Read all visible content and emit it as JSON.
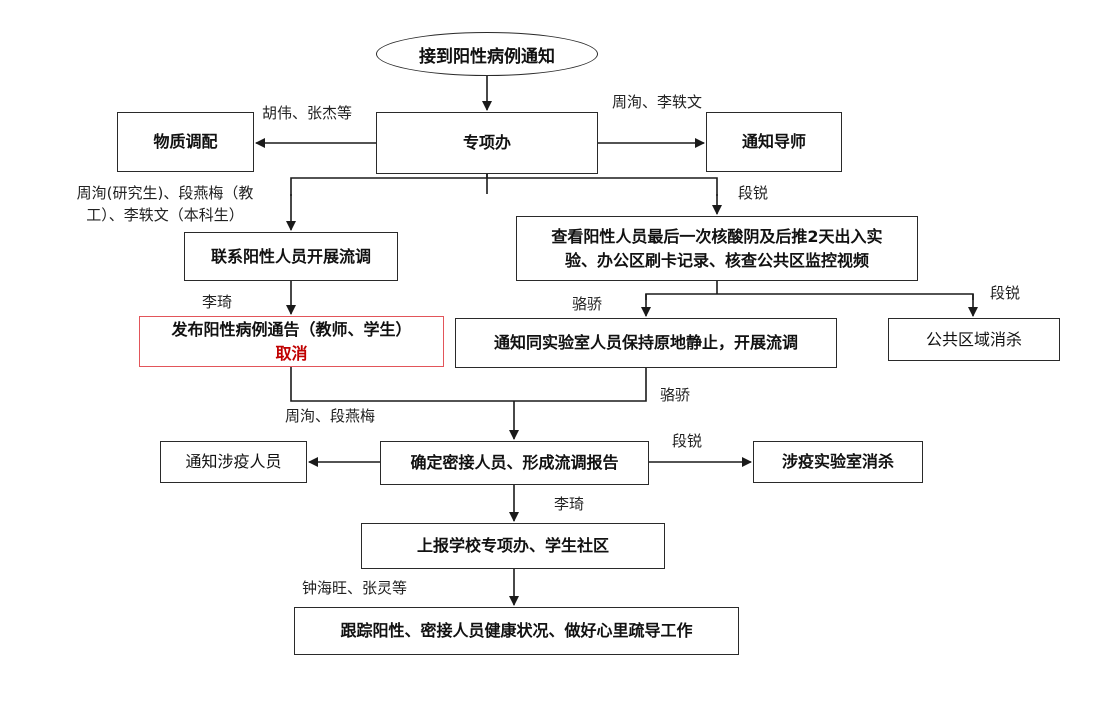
{
  "colors": {
    "stroke": "#1a1a1a",
    "text": "#111111",
    "cancel": "#c00000",
    "highlight_border": "#e2555a"
  },
  "nodes": {
    "start": "接到阳性病例通知",
    "office": "专项办",
    "materials": "物质调配",
    "notify_mentor": "通知导师",
    "contact_positive": "联系阳性人员开展流调",
    "check_records_line1": "查看阳性人员最后一次核酸阴及后推2天出入实",
    "check_records_line2": "验、办公区刷卡记录、核查公共区监控视频",
    "publish_notice": "发布阳性病例通告（教师、学生）",
    "publish_cancel": "取消",
    "lab_standstill": "通知同实验室人员保持原地静止，开展流调",
    "public_disinfect": "公共区域消杀",
    "confirm_contacts": "确定密接人员、形成流调报告",
    "notify_involved": "通知涉疫人员",
    "lab_disinfect": "涉疫实验室消杀",
    "report_school": "上报学校专项办、学生社区",
    "follow_up": "跟踪阳性、密接人员健康状况、做好心里疏导工作"
  },
  "labels": {
    "materials": "胡伟、张杰等",
    "mentor": "周洵、李轶文",
    "contact_line1": "周洵(研究生)、段燕梅（教",
    "contact_line2": "工）、李轶文（本科生）",
    "check_records": "段锐",
    "publish": "李琦",
    "lab_standstill": "骆骄",
    "public_disinfect": "段锐",
    "merge_left": "周洵、段燕梅",
    "merge_right": "骆骄",
    "lab_disinfect": "段锐",
    "report": "李琦",
    "follow_up": "钟海旺、张灵等"
  }
}
